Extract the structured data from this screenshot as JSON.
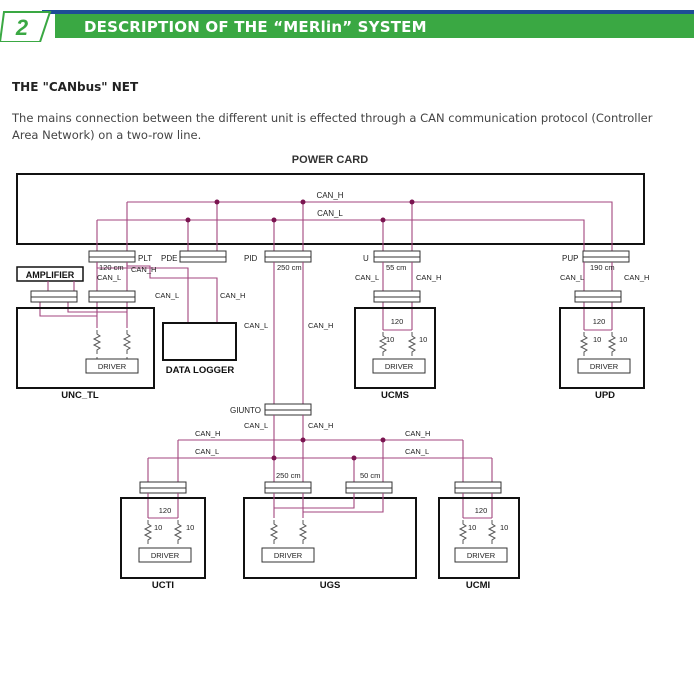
{
  "header": {
    "number": "2",
    "title": "DESCRIPTION OF THE “MERlin” SYSTEM"
  },
  "section": {
    "title": "THE \"CANbus\" NET",
    "intro": "The mains connection between the different unit is effected through a CAN  communication protocol (Controller Area Network) on a two-row line."
  },
  "diagram": {
    "power_card": "POWER CARD",
    "can_h": "CAN_H",
    "can_l": "CAN_L",
    "connectors": {
      "plt": "PLT",
      "pde": "PDE",
      "pid": "PID",
      "u": "U",
      "pup": "PUP",
      "giunto": "GIUNTO"
    },
    "cables": {
      "c120": "120 cm",
      "c250a": "250 cm",
      "c55": "55 cm",
      "c190": "190 cm",
      "c250b": "250 cm",
      "c50": "50 cm"
    },
    "resistors": {
      "r120": "120",
      "r10": "10"
    },
    "driver": "DRIVER",
    "amplifier": "AMPLIFIER",
    "data_logger": "DATA LOGGER",
    "units": {
      "unc_tl": "UNC_TL",
      "ucms": "UCMS",
      "upd": "UPD",
      "ucti": "UCTI",
      "ugs": "UGS",
      "ucmi": "UCMI"
    }
  }
}
